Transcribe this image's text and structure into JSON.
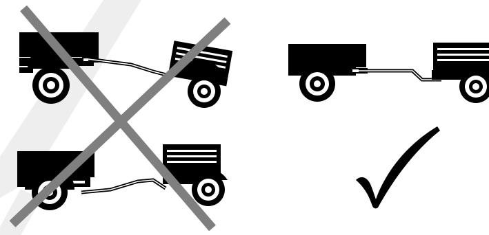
{
  "colors": {
    "background": "#ffffff",
    "ink": "#000000",
    "cross": "#7f7f7f",
    "watermark": "#eeeeee"
  },
  "panels": [
    {
      "name": "incorrect-hitch-towing-vehicle-high",
      "status": "incorrect"
    },
    {
      "name": "incorrect-hitch-towing-vehicle-low",
      "status": "incorrect"
    },
    {
      "name": "correct-hitch-level",
      "status": "correct"
    }
  ],
  "marks": {
    "incorrect": "cross-mark-icon",
    "correct": "check-mark-icon"
  }
}
